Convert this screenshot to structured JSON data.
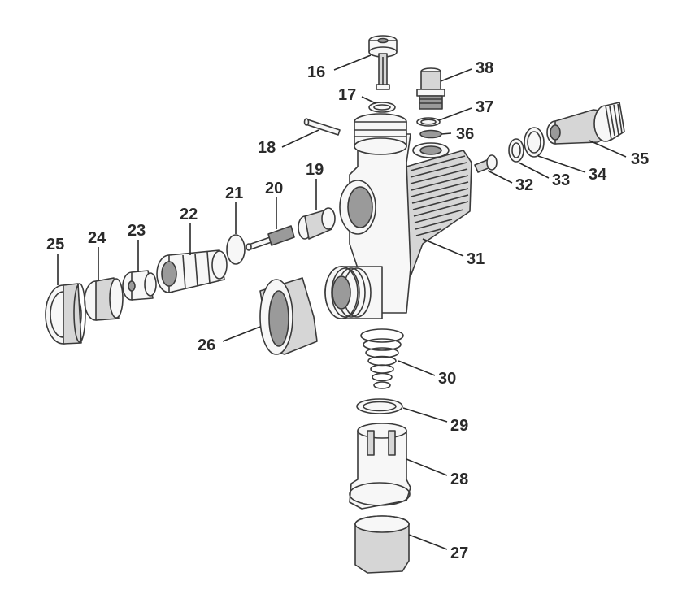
{
  "diagram": {
    "callouts": [
      "16",
      "17",
      "18",
      "19",
      "20",
      "21",
      "22",
      "23",
      "24",
      "25",
      "26",
      "27",
      "28",
      "29",
      "30",
      "31",
      "32",
      "33",
      "34",
      "35",
      "36",
      "37",
      "38"
    ]
  }
}
